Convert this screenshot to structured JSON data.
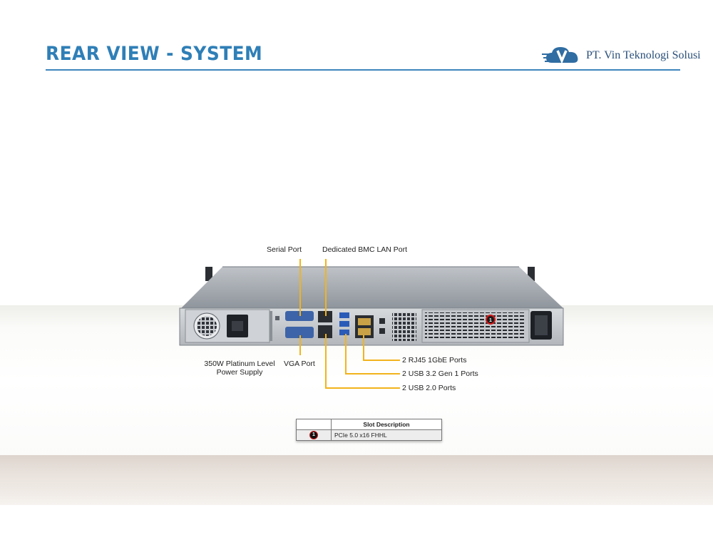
{
  "header": {
    "title": "REAR VIEW - SYSTEM",
    "company": "PT. Vin Teknologi Solusi"
  },
  "colors": {
    "title": "#2f7fb7",
    "rule": "#3e86bd",
    "callout": "#f2b31c",
    "company": "#2a4f7a"
  },
  "callouts": {
    "serial_port": "Serial Port",
    "bmc_lan_port": "Dedicated BMC LAN Port",
    "psu_line1": "350W Platinum  Level",
    "psu_line2": "Power Supply",
    "vga_port": "VGA Port",
    "rj45_ports": "2 RJ45 1GbE Ports",
    "usb32_ports": "2 USB 3.2 Gen 1 Ports",
    "usb20_ports": "2 USB 2.0 Ports"
  },
  "slot_table": {
    "header": "Slot Description",
    "rows": [
      {
        "number": "1",
        "description": "PCIe 5.0 x16 FHHL"
      }
    ]
  },
  "chassis_slot_marker": "1"
}
